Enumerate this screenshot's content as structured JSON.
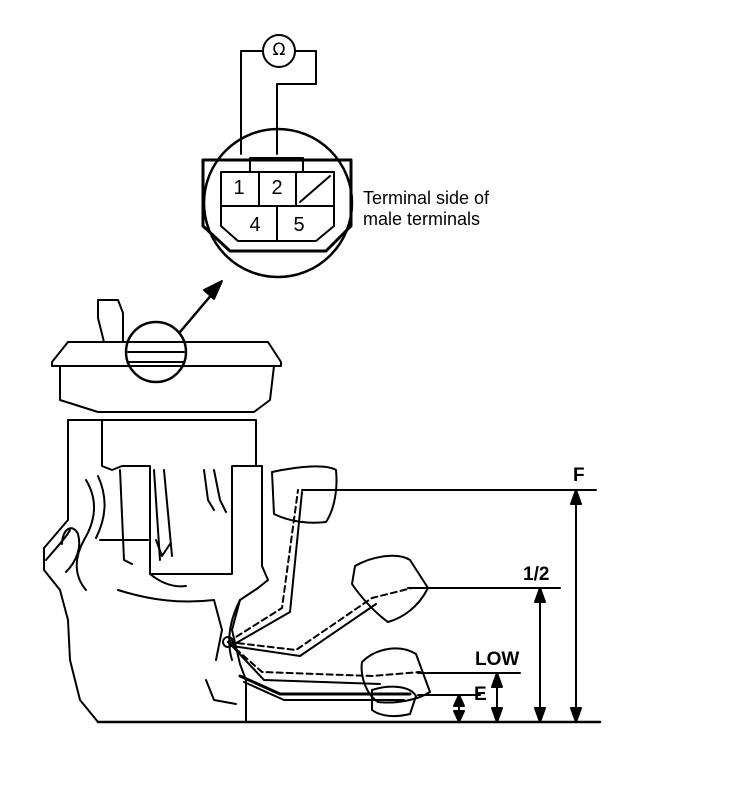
{
  "meter": {
    "symbol": "Ω"
  },
  "connector": {
    "pins": [
      "1",
      "2",
      "4",
      "5"
    ],
    "caption_line1": "Terminal side of",
    "caption_line2": "male terminals"
  },
  "levels": {
    "full": "F",
    "half": "1/2",
    "low": "LOW",
    "empty": "E"
  },
  "colors": {
    "ink": "#000000",
    "paper": "#ffffff"
  }
}
